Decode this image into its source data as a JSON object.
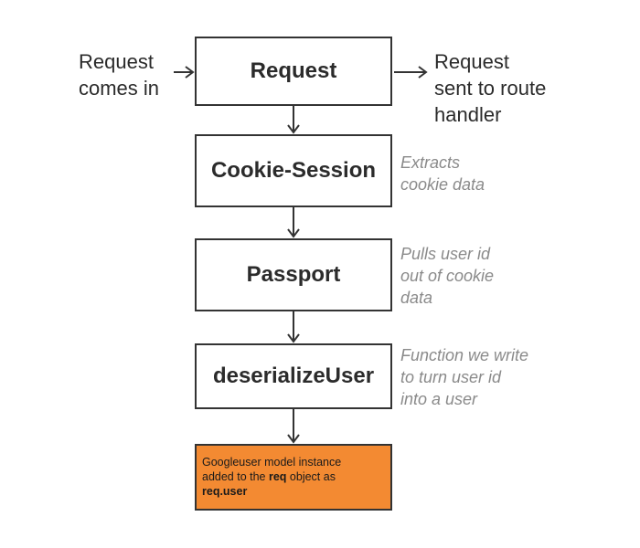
{
  "boxes": {
    "request": "Request",
    "cookie_session": "Cookie-Session",
    "passport": "Passport",
    "deserialize_user": "deserializeUser"
  },
  "labels": {
    "incoming": [
      "Request",
      "comes in"
    ],
    "outgoing": [
      "Request",
      "sent to route",
      "handler"
    ]
  },
  "notes": {
    "cookie_session": [
      "Extracts",
      "cookie data"
    ],
    "passport": [
      "Pulls user id",
      "out of cookie",
      "data"
    ],
    "deserialize_user": [
      "Function we write",
      "to turn user id",
      "into a user"
    ]
  },
  "result": {
    "text_1": "Googleuser model instance",
    "text_2": "added to the ",
    "bold_1": "req",
    "text_3": " object as",
    "bold_2": "req.user",
    "color": "#f38a32"
  }
}
